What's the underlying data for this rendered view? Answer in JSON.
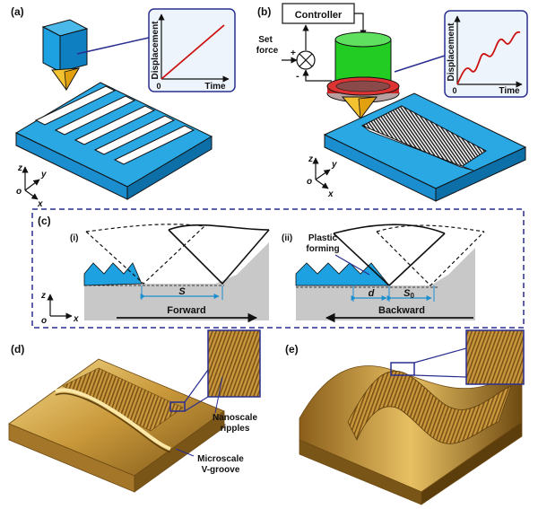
{
  "panels": {
    "a": {
      "tag": "(a)",
      "inset": {
        "ylabel": "Displacement",
        "xlabel": "Time",
        "origin": "0"
      },
      "axes": {
        "z": "z",
        "y": "y",
        "x": "x",
        "o": "o"
      }
    },
    "b": {
      "tag": "(b)",
      "controller": "Controller",
      "set_force_line1": "Set",
      "set_force_line2": "force",
      "plus": "+",
      "minus": "-",
      "inset": {
        "ylabel": "Displacement",
        "xlabel": "Time",
        "origin": "0"
      },
      "axes": {
        "z": "z",
        "y": "y",
        "x": "x",
        "o": "o"
      }
    },
    "c": {
      "tag": "(c)",
      "i": {
        "tag": "(i)",
        "s_label": "S",
        "direction": "Forward"
      },
      "ii": {
        "tag": "(ii)",
        "plastic1": "Plastic",
        "plastic2": "forming",
        "d_label": "d",
        "s0_label": "S",
        "s0_sub": "0",
        "direction": "Backward"
      },
      "axes": {
        "z": "z",
        "x": "x",
        "o": "o"
      }
    },
    "d": {
      "tag": "(d)",
      "nano1": "Nanoscale",
      "nano2": "ripples",
      "micro1": "Microscale",
      "micro2": "V-groove"
    },
    "e": {
      "tag": "(e)"
    }
  },
  "colors": {
    "blue": "#1da1e0",
    "blue_dark": "#0d6fa8",
    "green": "#22cc22",
    "red": "#cc1111",
    "gold": "#c99a3a",
    "navy": "#2a2f8f"
  }
}
